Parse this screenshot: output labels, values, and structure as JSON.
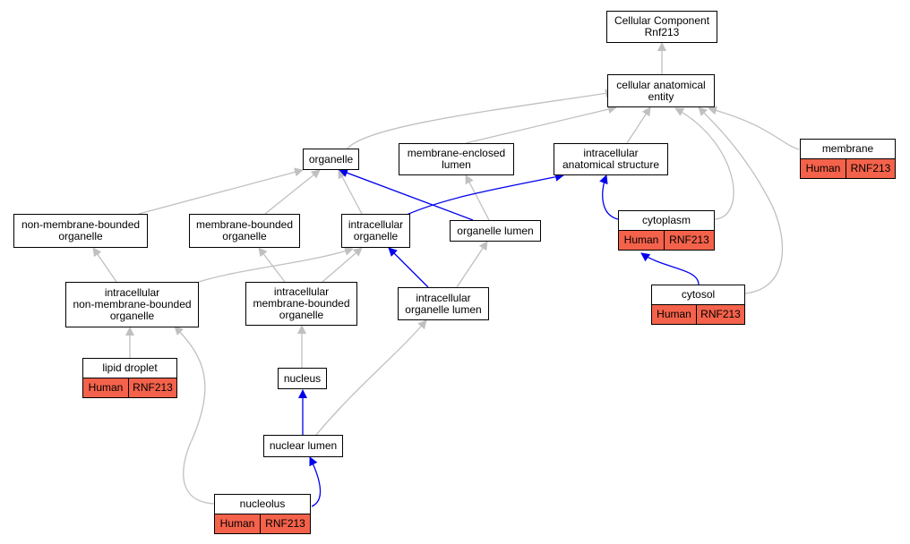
{
  "colors": {
    "gray_edge": "#c0c0c0",
    "blue_edge": "#0000ee",
    "badge_fill": "#f4624b",
    "node_border": "#000000"
  },
  "nodes": {
    "root": "Cellular Component\nRnf213",
    "cae": "cellular anatomical\nentity",
    "organelle": "organelle",
    "mel": "membrane-enclosed\nlumen",
    "ias": "intracellular\nanatomical structure",
    "membrane": "membrane",
    "nmbo": "non-membrane-bounded\norganelle",
    "mbo": "membrane-bounded\norganelle",
    "io": "intracellular\norganelle",
    "ol": "organelle lumen",
    "cytoplasm": "cytoplasm",
    "inmbo": "intracellular\nnon-membrane-bounded\norganelle",
    "imbo": "intracellular\nmembrane-bounded\norganelle",
    "iol": "intracellular\norganelle lumen",
    "cytosol": "cytosol",
    "lipid": "lipid droplet",
    "nucleus": "nucleus",
    "nlumen": "nuclear lumen",
    "nucleolus": "nucleolus"
  },
  "badges": {
    "membrane": [
      "Human",
      "RNF213"
    ],
    "cytoplasm": [
      "Human",
      "RNF213"
    ],
    "cytosol": [
      "Human",
      "RNF213"
    ],
    "lipid": [
      "Human",
      "RNF213"
    ],
    "nucleolus": [
      "Human",
      "RNF213"
    ]
  }
}
